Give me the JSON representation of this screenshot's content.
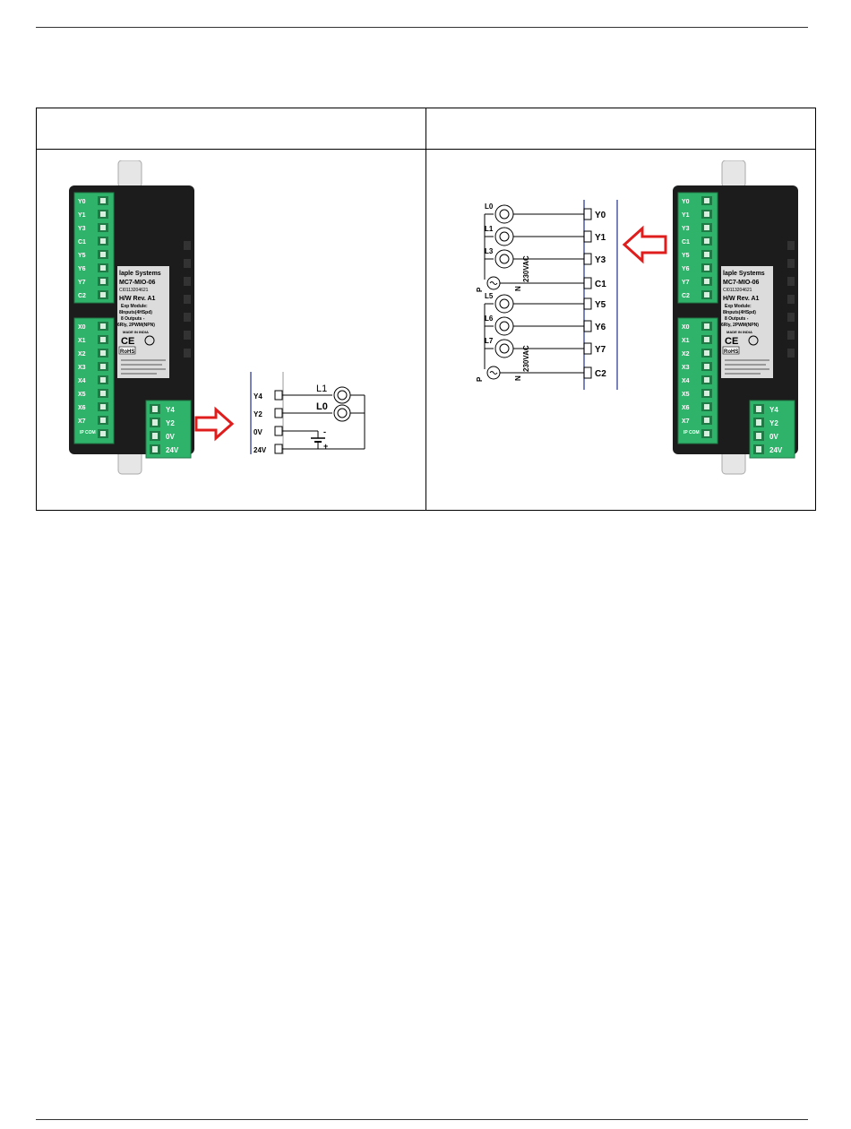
{
  "table": {
    "header_left": "",
    "header_right": ""
  },
  "module": {
    "brand": "laple Systems",
    "model": "MC7-MIO-06",
    "serial": "CI0113204621",
    "hw_rev": "H/W Rev. A1",
    "desc_1": "Exp Module:",
    "desc_2": "8Inputs(4HSpd)",
    "desc_3": "8 Outputs -",
    "desc_4": "6Rly, 2PWM(NPN)",
    "made_in": "MADE IN INDIA",
    "rohs": "RoHS",
    "top_terminals": [
      "Y0",
      "Y1",
      "Y3",
      "C1",
      "Y5",
      "Y6",
      "Y7",
      "C2"
    ],
    "input_terminals": [
      "X0",
      "X1",
      "X2",
      "X3",
      "X4",
      "X5",
      "X6",
      "X7",
      "IP COM"
    ],
    "power_terminals": [
      "Y4",
      "Y2",
      "0V",
      "24V"
    ]
  },
  "left_wiring": {
    "terminals": [
      "Y4",
      "Y2",
      "0V",
      "24V"
    ],
    "loads": [
      "L1",
      "L0"
    ],
    "battery_minus": "-",
    "battery_plus": "+"
  },
  "right_wiring": {
    "terminals": [
      "Y0",
      "Y1",
      "Y3",
      "C1",
      "Y5",
      "Y6",
      "Y7",
      "C2"
    ],
    "loads": [
      "L0",
      "L1",
      "L3",
      "L5",
      "L6",
      "L7"
    ],
    "supply_label": "230VAC",
    "phase_label": "P",
    "neutral_label": "N"
  },
  "colors": {
    "terminal_green": "#2fb36a",
    "terminal_dark": "#1f7a45",
    "arrow_red": "#e01d1d",
    "bus_blue": "#1f2f8f",
    "case_black": "#1c1c1c"
  }
}
